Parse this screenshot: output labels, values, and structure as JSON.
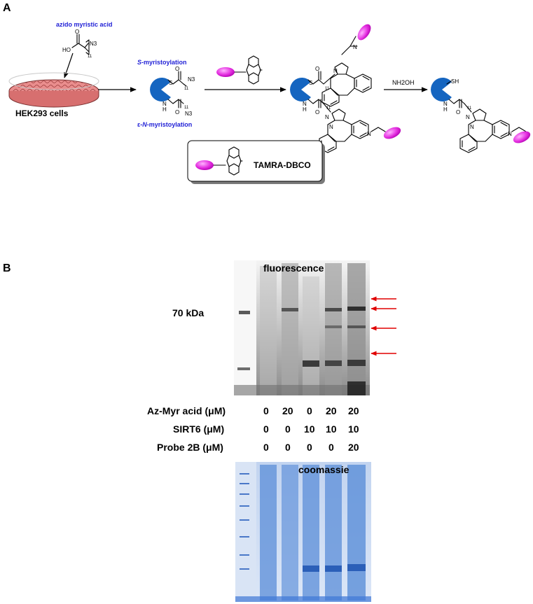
{
  "colors": {
    "pacman_blue": "#1565c0",
    "tag_magenta": "#e42fe0",
    "label_blue": "#1f1fd6",
    "arrow_red": "#e00000",
    "dish_pink": "#e98d8d",
    "coomassie_blue": "#3f78d6"
  },
  "panel_a": {
    "label": "A",
    "reagent": "azido myristic acid",
    "cells": "HEK293 cells",
    "s_label_prefix": "S",
    "s_label_suffix": "-myristoylation",
    "n_label_prefix": "ε-",
    "n_label_italic": "N",
    "n_label_suffix": "-myristoylation",
    "hydroxylamine": "NH2OH",
    "probe_box_label": "TAMRA-DBCO",
    "atoms": {
      "o": "O",
      "ho": "HO",
      "n3": "N3",
      "sub11": "11",
      "s": "S",
      "h": "H",
      "n": "N",
      "sh": "SH"
    }
  },
  "panel_b": {
    "label": "B",
    "fluorescence": "fluorescence",
    "coomassie": "coomassie",
    "marker": "70 kDa",
    "rows": [
      {
        "name": "Az-Myr acid (μM)",
        "values": [
          "0",
          "20",
          "0",
          "20",
          "20"
        ]
      },
      {
        "name": "SIRT6 (μM)",
        "values": [
          "0",
          "0",
          "10",
          "10",
          "10"
        ]
      },
      {
        "name": "Probe 2B (μM)",
        "values": [
          "0",
          "0",
          "0",
          "0",
          "20"
        ]
      }
    ]
  }
}
